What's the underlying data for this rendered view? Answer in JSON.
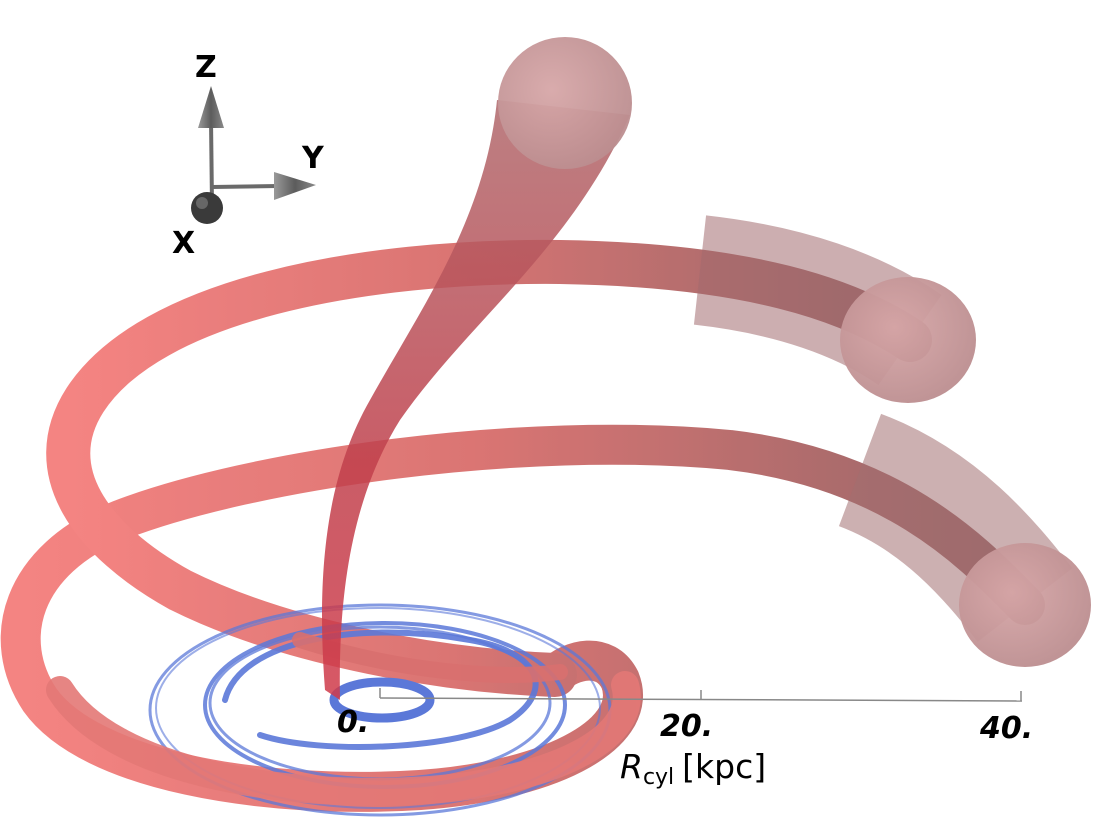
{
  "orientation_triad": {
    "z_label": "Z",
    "y_label": "Y",
    "x_label": "X"
  },
  "radial_axis": {
    "ticks": [
      "0.",
      "20.",
      "40."
    ],
    "label_main": "R",
    "label_sub": "cyl",
    "label_unit": "[kpc]"
  },
  "colors": {
    "red_tube": "#e07a78",
    "blue_spiral": "#5b78d8",
    "axis_arrow": "#707070"
  }
}
